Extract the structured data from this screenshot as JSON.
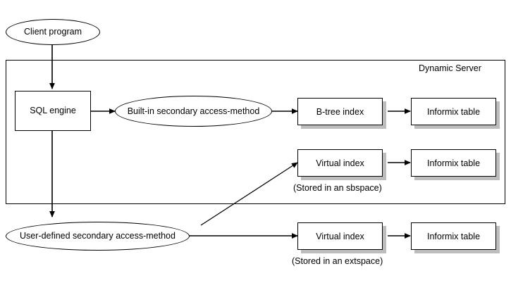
{
  "diagram": {
    "title": "Dynamic Server",
    "nodes": {
      "client_program": "Client program",
      "sql_engine": "SQL engine",
      "builtin_access_method": "Built-in secondary access-method",
      "user_defined_access_method": "User-defined secondary access-method",
      "btree_index": "B-tree index",
      "virtual_index_sbspace": "Virtual index",
      "virtual_index_extspace": "Virtual index",
      "informix_table_1": "Informix table",
      "informix_table_2": "Informix table",
      "informix_table_3": "Informix table"
    },
    "annotations": {
      "sbspace_note": "(Stored in an sbspace)",
      "extspace_note": "(Stored in an extspace)"
    },
    "colors": {
      "line": "#000000",
      "shadow": "#bdbdbd",
      "background": "#ffffff"
    }
  }
}
